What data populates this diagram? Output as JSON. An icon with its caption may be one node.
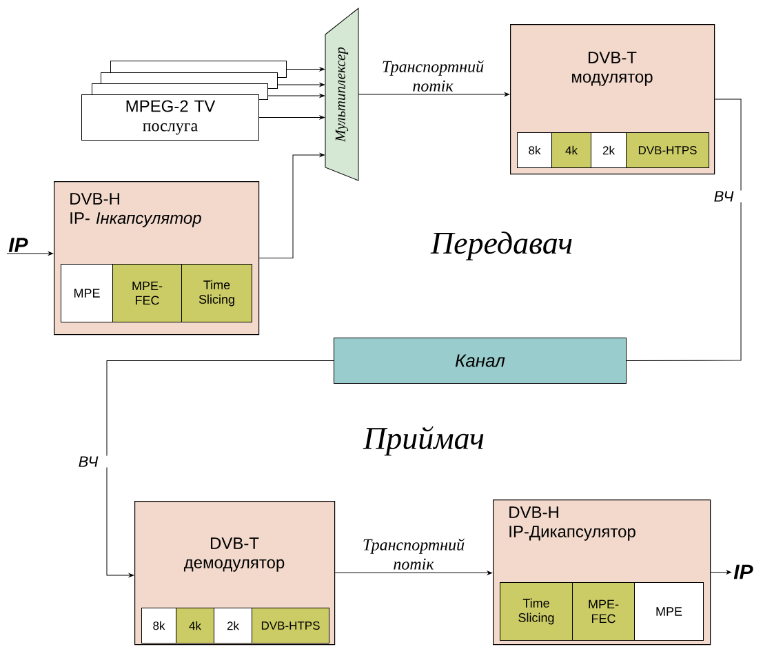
{
  "diagram": {
    "nodes": [
      {
        "text": [],
        "shape": "box"
      },
      {
        "text": [],
        "shape": "box"
      },
      {
        "text": [],
        "shape": "box"
      },
      {
        "text": [
          "MPEG-2 TV",
          "послуга"
        ]
      },
      {
        "text": [
          "Мультиплексер"
        ]
      },
      {
        "text": [
          "DVB-H",
          "IP- *Інкапсулятор*"
        ]
      },
      {
        "text": [
          "MPE"
        ],
        "in": 5
      },
      {
        "text": [
          "MPE-FEC"
        ],
        "in": 5
      },
      {
        "text": [
          "Time Slicing"
        ],
        "in": 5
      },
      {
        "text": [
          "DVB-T модулятор"
        ]
      },
      {
        "text": [
          "8k"
        ],
        "in": 9
      },
      {
        "text": [
          "4k"
        ],
        "in": 9
      },
      {
        "text": [
          "2k"
        ],
        "in": 9
      },
      {
        "text": [
          "DVB-HTPS"
        ],
        "in": 9
      },
      {
        "text": [
          "Канал"
        ]
      },
      {
        "text": [
          "DVB-T демодулятор"
        ]
      },
      {
        "text": [
          "8k"
        ],
        "in": 15
      },
      {
        "text": [
          "4k"
        ],
        "in": 15
      },
      {
        "text": [
          "2k"
        ],
        "in": 15
      },
      {
        "text": [
          "DVB-HTPS"
        ],
        "in": 15
      },
      {
        "text": [
          "DVB-H",
          "IP-Дикапсулятор"
        ]
      },
      {
        "text": [
          "Time Slicing"
        ],
        "in": 20
      },
      {
        "text": [
          "MPE-FEC"
        ],
        "in": 20
      },
      {
        "text": [
          "MPE"
        ],
        "in": 20
      },
      {
        "text": [
          "IP"
        ]
      },
      {
        "text": [
          "IP"
        ]
      }
    ],
    "edges": [
      {
        "from": 0,
        "to": 4,
        "arrow": "to"
      },
      {
        "from": 1,
        "to": 4,
        "arrow": "to"
      },
      {
        "from": 2,
        "to": 4,
        "arrow": "to"
      },
      {
        "from": 3,
        "to": 4,
        "arrow": "to"
      },
      {
        "from": 5,
        "to": 4,
        "arrow": "to"
      },
      {
        "from": 4,
        "to": 9,
        "arrow": "to",
        "label": "Транспортний потік"
      },
      {
        "from": 9,
        "to": 14,
        "arrow": "none",
        "label": "ВЧ"
      },
      {
        "from": 14,
        "to": 15,
        "arrow": "to",
        "label": "ВЧ"
      },
      {
        "from": 15,
        "to": 20,
        "arrow": "to",
        "label": "Транспортний потік"
      },
      {
        "from": 24,
        "to": 5,
        "arrow": "to"
      },
      {
        "from": 20,
        "to": 25,
        "arrow": "to"
      }
    ],
    "labels": [
      "Передавач",
      "Приймач"
    ]
  }
}
